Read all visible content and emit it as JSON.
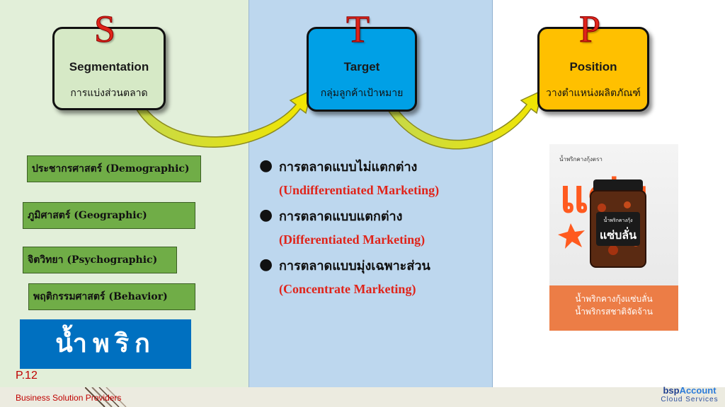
{
  "stp": {
    "segmentation": {
      "letter": "S",
      "title": "Segmentation",
      "subtitle": "การแบ่งส่วนตลาด",
      "color": "#d6e9c6"
    },
    "target": {
      "letter": "T",
      "title": "Target",
      "subtitle": "กลุ่มลูกค้าเป้าหมาย",
      "color": "#00a0e6"
    },
    "position": {
      "letter": "P",
      "title": "Position",
      "subtitle": "วางตำแหน่งผลิตภัณฑ์",
      "color": "#ffc000"
    }
  },
  "segments": [
    "ประชากรศาสตร์ (Demographic)",
    "ภูมิศาสตร์ (Geographic)",
    "จิตวิทยา (Psychographic)",
    "พฤติกรรมศาสตร์ (Behavior)"
  ],
  "product_name": "น้ำพริก",
  "target_strategies": [
    {
      "thai": "การตลาดแบบไม่แตกต่าง",
      "english": "(Undifferentiated Marketing)"
    },
    {
      "thai": "การตลาดแบบแตกต่าง",
      "english": "(Differentiated Marketing)"
    },
    {
      "thai": "การตลาดแบบมุ่งเฉพาะส่วน",
      "english": "(Concentrate Marketing)"
    }
  ],
  "position": {
    "product_image": {
      "brand_text": "น้ำพริกคางกุ้งตรา",
      "big_text": "แซ่บ",
      "jar_label_small": "น้ำพริกคางกุ้ง",
      "jar_label_big": "แซ่บลั่น"
    },
    "caption_line1": "น้ำพริกคางกุ้งแซ่บลั่น",
    "caption_line2": "น้ำพริกรสชาติจัดจ้าน"
  },
  "footer": {
    "page": "P.12",
    "text": "Business Solution Providers",
    "logo_bsp": "bsp",
    "logo_account": "Account",
    "logo_sub": "Cloud Services"
  },
  "colors": {
    "accent_red": "#e0241a",
    "segment_green": "#70ad47",
    "name_blue": "#0070c0",
    "caption_orange": "#ec7d46",
    "arrow_yellow": "#f2e600"
  }
}
